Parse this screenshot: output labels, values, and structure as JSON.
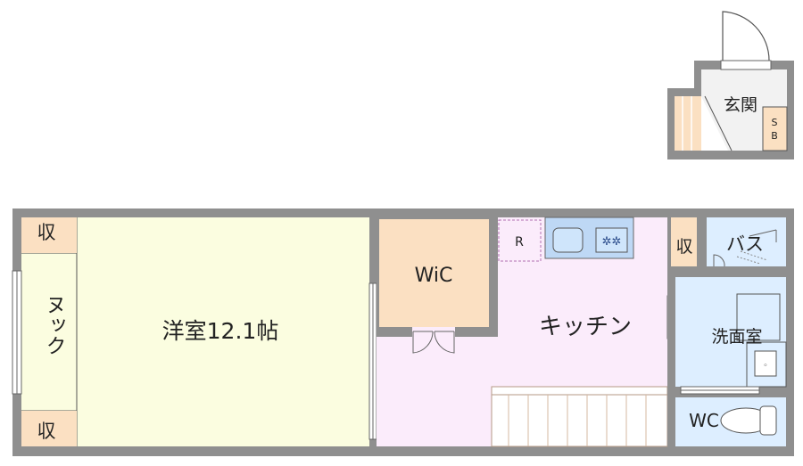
{
  "rooms": {
    "storage_top_left": "収",
    "storage_bottom_left": "収",
    "nook": "ヌック",
    "western_room": "洋室12.1帖",
    "walk_in_closet": "WiC",
    "refrigerator": "R",
    "kitchen": "キッチン",
    "storage_kitchen": "収",
    "bath": "バス",
    "washroom": "洗面室",
    "toilet": "WC",
    "entrance": "玄関",
    "shoe_box": "SB"
  },
  "colors": {
    "wall": "#8f8f8f",
    "western_room_floor": "#fbfde0",
    "storage_floor": "#fbe0c2",
    "kitchen_floor": "#fbecfb",
    "wet_area_floor": "#ddeeff",
    "entrance_floor": "#f2f2f2",
    "stair_lines": "#d4b8a0"
  },
  "icons": {
    "stove": "gas-burner-icon",
    "sink": "sink-icon",
    "toilet": "toilet-icon",
    "shower": "shower-icon"
  }
}
